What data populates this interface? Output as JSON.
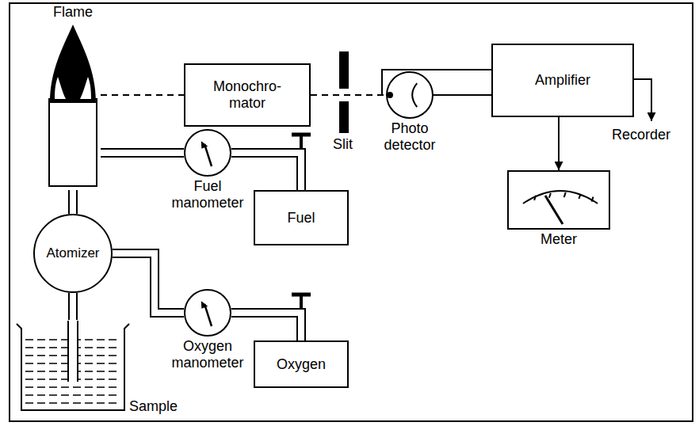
{
  "diagram": {
    "nodes": [
      {
        "text": [
          "Flame"
        ]
      },
      {
        "text": [
          "Monochro- mator"
        ]
      },
      {
        "text": [
          "Photo detector"
        ]
      },
      {
        "text": [
          "Amplifier"
        ]
      },
      {
        "text": [
          "Fuel manometer"
        ]
      },
      {
        "text": [
          "Fuel"
        ]
      },
      {
        "text": [
          "Atomizer"
        ]
      },
      {
        "text": [
          "Meter"
        ]
      },
      {
        "text": [
          "Oxygen manometer"
        ]
      },
      {
        "text": [
          "Oxygen"
        ]
      },
      {
        "text": [
          "Sample"
        ]
      }
    ],
    "edges": [
      {
        "from": 0,
        "to": 1,
        "arrow": "none"
      },
      {
        "from": 1,
        "to": 2,
        "arrow": "none"
      },
      {
        "from": 2,
        "to": 3,
        "arrow": "none"
      },
      {
        "from": 3,
        "to": 7,
        "arrow": "to"
      },
      {
        "from": 5,
        "to": 4,
        "arrow": "none"
      },
      {
        "from": 4,
        "to": 0,
        "arrow": "none"
      },
      {
        "from": 6,
        "to": 0,
        "arrow": "none"
      },
      {
        "from": 9,
        "to": 8,
        "arrow": "none"
      },
      {
        "from": 8,
        "to": 6,
        "arrow": "none"
      },
      {
        "from": 10,
        "to": 6,
        "arrow": "none"
      }
    ],
    "labels": [
      "Slit",
      "Recorder"
    ]
  }
}
